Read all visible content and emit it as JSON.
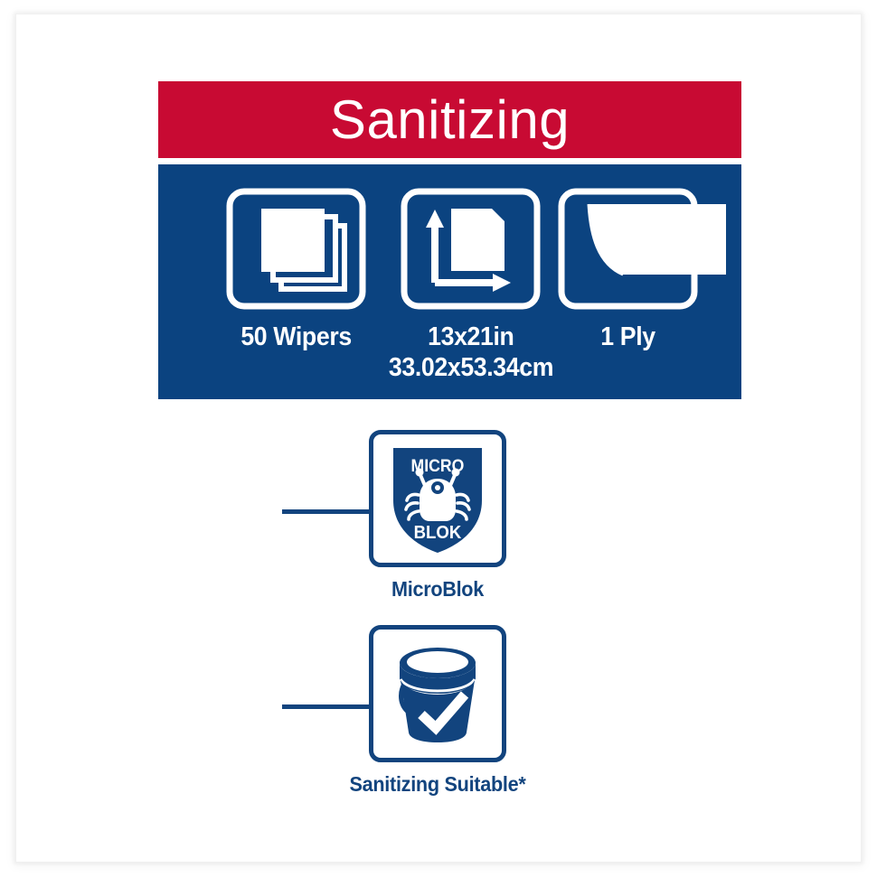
{
  "colors": {
    "banner_red": "#C80A33",
    "panel_blue": "#0B4380",
    "navy": "#12447E",
    "white": "#FFFFFF",
    "page_background": "#FFFFFF"
  },
  "banner": {
    "title": "Sanitizing"
  },
  "specs": [
    {
      "icon": "stacked-sheets-icon",
      "label": "50 Wipers",
      "sublabel": "",
      "count": 50,
      "unit": "Wipers"
    },
    {
      "icon": "sheet-dimensions-icon",
      "label": "13x21in",
      "sublabel": "33.02x53.34cm",
      "width_in": 13,
      "height_in": 21,
      "width_cm": 33.02,
      "height_cm": 53.34
    },
    {
      "icon": "single-ply-sheet-icon",
      "label": "1 Ply",
      "sublabel": "",
      "count": 1,
      "unit": "Ply"
    }
  ],
  "features": [
    {
      "icon": "microblok-shield-icon",
      "label": "MicroBlok",
      "shield_text_top": "MICRO",
      "shield_text_bottom": "BLOK"
    },
    {
      "icon": "sanitizing-bucket-icon",
      "label": "Sanitizing Suitable*"
    }
  ]
}
